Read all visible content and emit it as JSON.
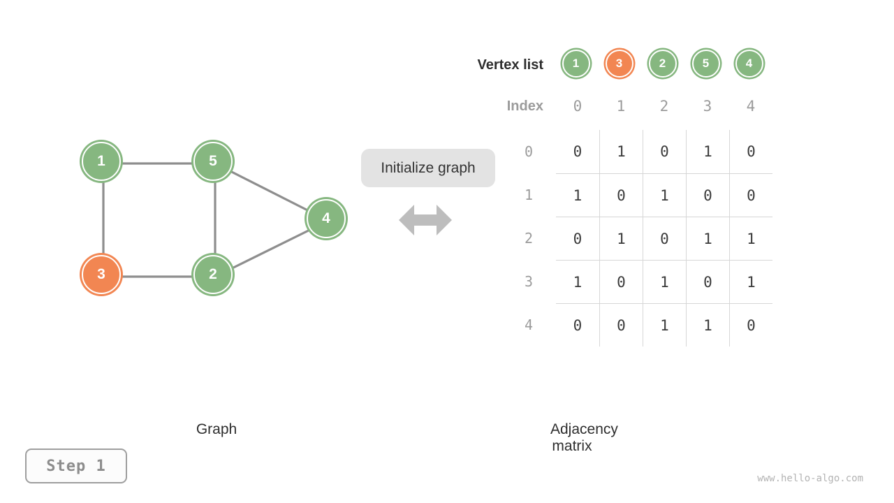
{
  "palette": {
    "node_green": "#86B780",
    "node_highlight_orange": "#F28652",
    "edge_gray": "#8E8E8E",
    "grid_line": "#D6D6D6",
    "label_gray": "#9B9B9B",
    "arrow_gray": "#BDBDBD"
  },
  "graph": {
    "caption": "Graph",
    "nodes": [
      {
        "label": "1",
        "state": "normal"
      },
      {
        "label": "5",
        "state": "normal"
      },
      {
        "label": "4",
        "state": "normal"
      },
      {
        "label": "3",
        "state": "highlight"
      },
      {
        "label": "2",
        "state": "normal"
      }
    ],
    "edges": [
      [
        "1",
        "5"
      ],
      [
        "1",
        "3"
      ],
      [
        "5",
        "2"
      ],
      [
        "5",
        "4"
      ],
      [
        "3",
        "2"
      ],
      [
        "2",
        "4"
      ]
    ]
  },
  "transform": {
    "label": "Initialize graph",
    "icon": "double-horizontal-arrow"
  },
  "adjacency_matrix": {
    "caption": "Adjacency matrix",
    "vertex_list_label": "Vertex list",
    "index_label": "Index",
    "vertices": [
      {
        "label": "1",
        "state": "normal"
      },
      {
        "label": "3",
        "state": "highlight"
      },
      {
        "label": "2",
        "state": "normal"
      },
      {
        "label": "5",
        "state": "normal"
      },
      {
        "label": "4",
        "state": "normal"
      }
    ],
    "indices": [
      "0",
      "1",
      "2",
      "3",
      "4"
    ],
    "row_labels": [
      "0",
      "1",
      "2",
      "3",
      "4"
    ],
    "matrix": [
      [
        0,
        1,
        0,
        1,
        0
      ],
      [
        1,
        0,
        1,
        0,
        0
      ],
      [
        0,
        1,
        0,
        1,
        1
      ],
      [
        1,
        0,
        1,
        0,
        1
      ],
      [
        0,
        0,
        1,
        1,
        0
      ]
    ]
  },
  "step_badge": {
    "label": "Step 1"
  },
  "watermark": "www.hello-algo.com"
}
